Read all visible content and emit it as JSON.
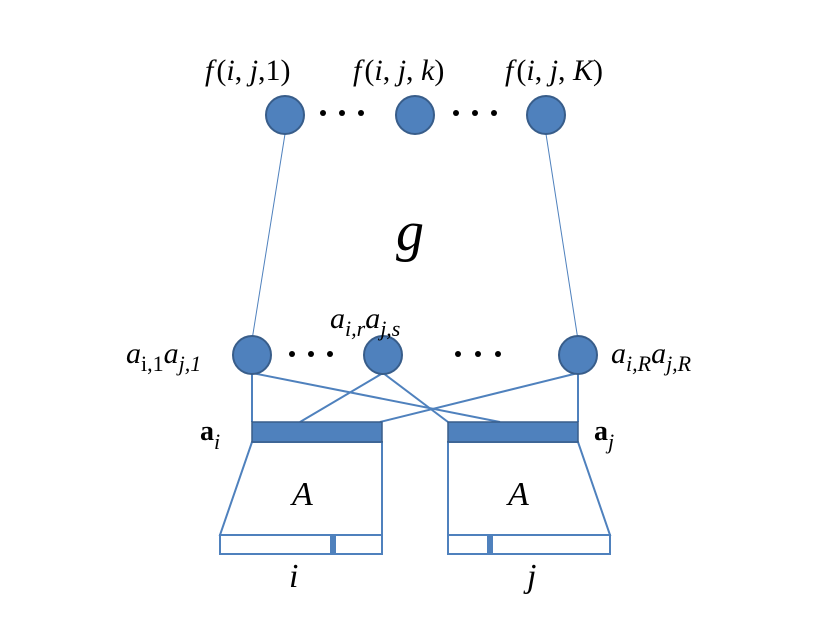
{
  "top_layer": {
    "labels": {
      "first": [
        "f",
        "(",
        "i",
        ", ",
        "j",
        ",",
        "1",
        ")"
      ],
      "middle": [
        "f",
        "(",
        "i",
        ", ",
        "j",
        ", ",
        "k",
        ")"
      ],
      "last": [
        "f",
        "(",
        "i",
        ", ",
        "j",
        ", ",
        "K",
        ")"
      ]
    }
  },
  "function_label": "g",
  "product_layer": {
    "left": {
      "a": "a",
      "sub1": "i,1",
      "a2": "a",
      "sub2": "j,1"
    },
    "middle": {
      "a": "a",
      "sub1": "i,r",
      "a2": "a",
      "sub2": "j,s"
    },
    "right": {
      "a": "a",
      "sub1": "i,R",
      "a2": "a",
      "sub2": "j,R"
    }
  },
  "vectors": {
    "left": {
      "label": "a",
      "sub": "i"
    },
    "right": {
      "label": "a",
      "sub": "j"
    }
  },
  "matrices": {
    "left": {
      "label": "A",
      "index": "i"
    },
    "right": {
      "label": "A",
      "index": "j"
    }
  },
  "ellipsis": "..."
}
